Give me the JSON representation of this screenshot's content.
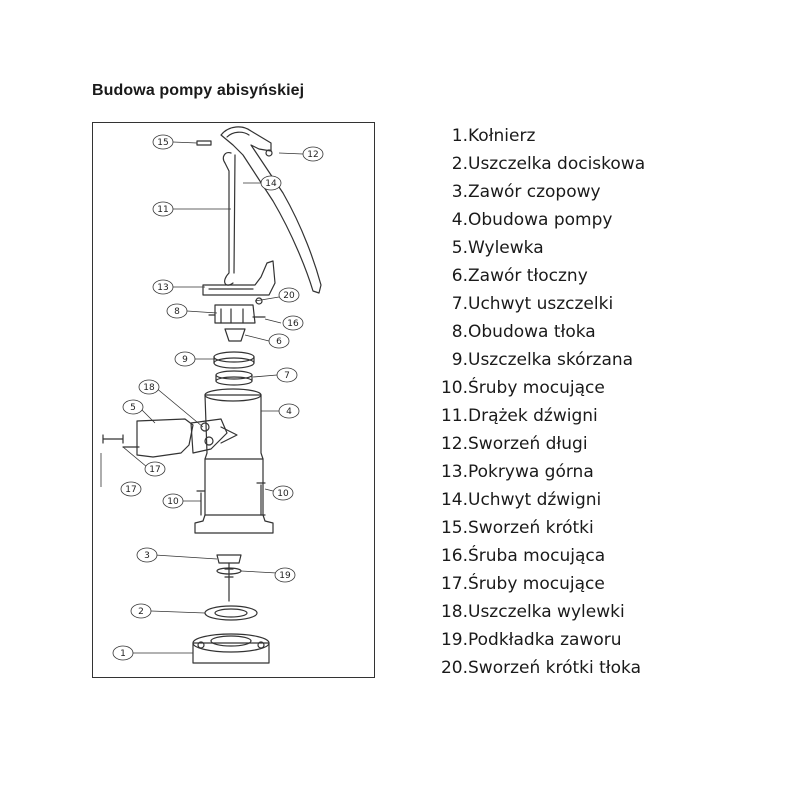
{
  "title": "Budowa pompy abisyńskiej",
  "legend": [
    {
      "num": "1.",
      "label": "Kołnierz"
    },
    {
      "num": "2.",
      "label": "Uszczelka dociskowa"
    },
    {
      "num": "3.",
      "label": "Zawór czopowy"
    },
    {
      "num": "4.",
      "label": "Obudowa pompy"
    },
    {
      "num": "5.",
      "label": "Wylewka"
    },
    {
      "num": "6.",
      "label": "Zawór tłoczny"
    },
    {
      "num": "7.",
      "label": "Uchwyt uszczelki"
    },
    {
      "num": "8.",
      "label": "Obudowa tłoka"
    },
    {
      "num": "9.",
      "label": "Uszczelka skórzana"
    },
    {
      "num": "10.",
      "label": "Śruby mocujące"
    },
    {
      "num": "11.",
      "label": "Drążek dźwigni"
    },
    {
      "num": "12.",
      "label": "Sworzeń długi"
    },
    {
      "num": "13.",
      "label": "Pokrywa górna"
    },
    {
      "num": "14.",
      "label": "Uchwyt dźwigni"
    },
    {
      "num": "15.",
      "label": "Sworzeń krótki"
    },
    {
      "num": "16.",
      "label": "Śruba mocująca"
    },
    {
      "num": "17.",
      "label": "Śruby mocujące"
    },
    {
      "num": "18.",
      "label": "Uszczelka wylewki"
    },
    {
      "num": "19.",
      "label": "Podkładka zaworu"
    },
    {
      "num": "20.",
      "label": "Sworzeń krótki tłoka"
    }
  ],
  "callouts": [
    "15",
    "12",
    "14",
    "11",
    "13",
    "20",
    "8",
    "16",
    "6",
    "9",
    "7",
    "18",
    "4",
    "5",
    "17",
    "17",
    "10",
    "10",
    "3",
    "19",
    "2",
    "1"
  ]
}
